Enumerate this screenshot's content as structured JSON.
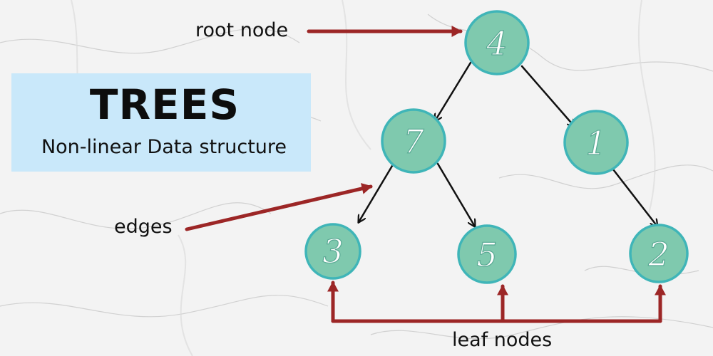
{
  "title": "TREES",
  "subtitle": "Non-linear Data structure",
  "labels": {
    "root": "root node",
    "edges": "edges",
    "leaves": "leaf nodes"
  },
  "tree": {
    "root": "4",
    "level1": [
      "7",
      "1"
    ],
    "leaves": [
      "3",
      "5",
      "2"
    ]
  },
  "colors": {
    "node_fill": "#7fc9ae",
    "node_ring": "#3fb5b8",
    "edge": "#111111",
    "pointer": "#9c2626",
    "title_bg": "#c9e8fa"
  }
}
